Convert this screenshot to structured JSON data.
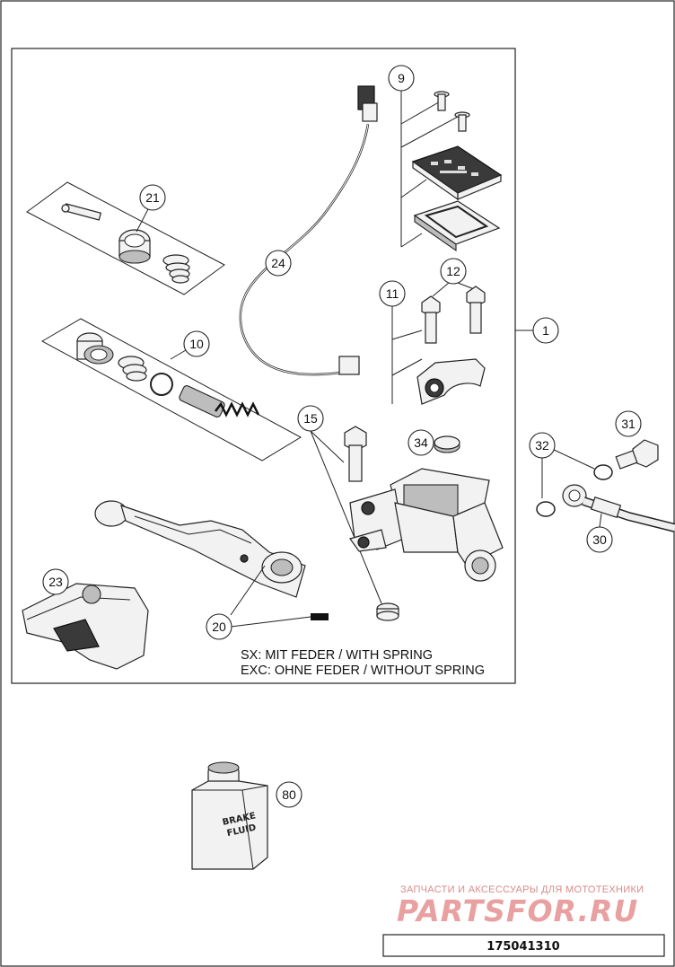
{
  "diagram": {
    "callouts": {
      "c1": "1",
      "c9": "9",
      "c10": "10",
      "c11": "11",
      "c12": "12",
      "c15": "15",
      "c20": "20",
      "c21": "21",
      "c23": "23",
      "c24": "24",
      "c30": "30",
      "c31": "31",
      "c32": "32",
      "c34": "34",
      "c80": "80"
    },
    "notes": {
      "sx": "SX: MIT FEDER / WITH SPRING",
      "exc": "EXC: OHNE FEDER / WITHOUT SPRING"
    },
    "bottle_label": {
      "line1": "BRAKE",
      "line2": "FLUID"
    }
  },
  "watermark": {
    "caption": "ЗАПЧАСТИ И АКСЕССУАРЫ ДЛЯ МОТОТЕХНИКИ",
    "logo": "PARTSFOR.RU"
  },
  "footer": {
    "doc_number": "175041310"
  }
}
